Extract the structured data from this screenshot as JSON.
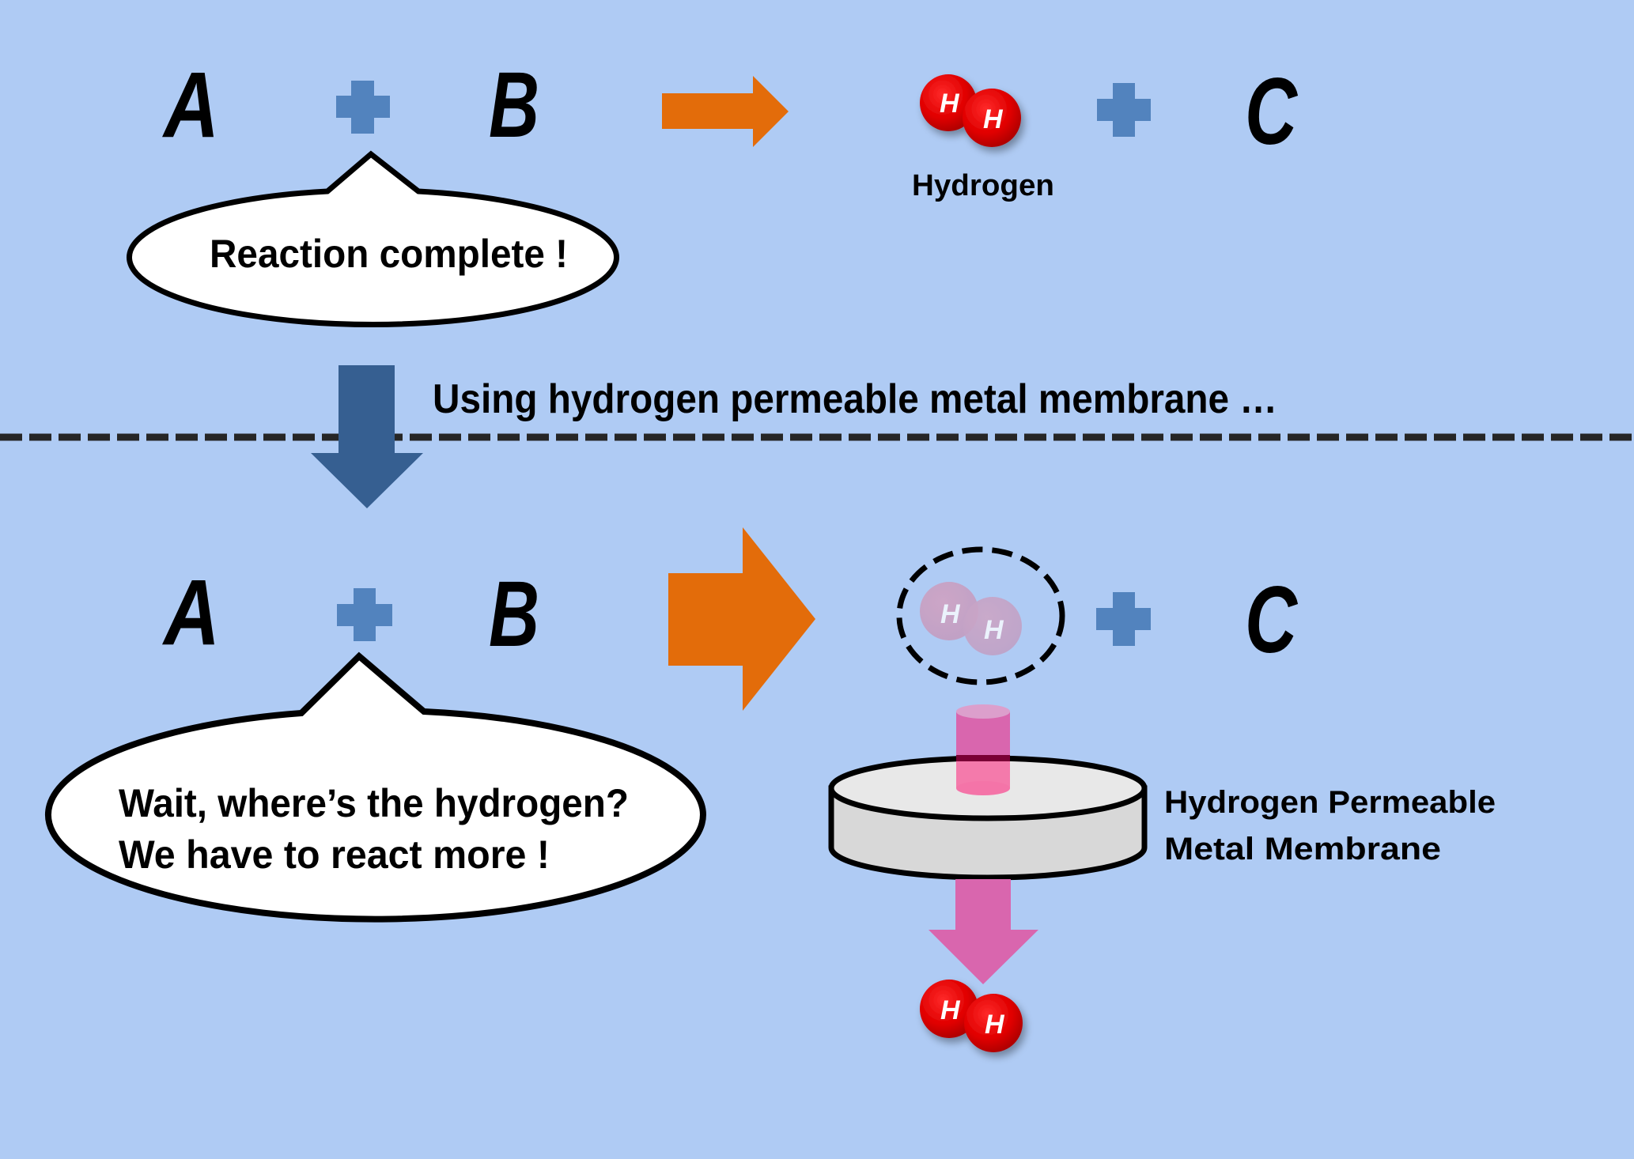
{
  "colors": {
    "background": "#afcbf4",
    "plus": "#5283be",
    "reaction_arrow": "#e36c0a",
    "transition_arrow": "#365f91",
    "divider": "#262626",
    "permeation_arrow": "#d966ae",
    "atom": "#e00000",
    "membrane_top": "#e8e8e8",
    "membrane_side": "#d8d8d8"
  },
  "top_reaction": {
    "reactant_1": "A",
    "operator_1": "+",
    "reactant_2": "B",
    "product_1_atoms": [
      "H",
      "H"
    ],
    "product_1_label": "Hydrogen",
    "operator_2": "+",
    "product_2": "C",
    "speech_bubble": "Reaction complete !"
  },
  "transition": {
    "caption": "Using hydrogen permeable metal membrane …"
  },
  "bottom_reaction": {
    "reactant_1": "A",
    "operator_1": "+",
    "reactant_2": "B",
    "product_1_atoms": [
      "H",
      "H"
    ],
    "operator_2": "+",
    "product_2": "C",
    "speech_bubble_lines": [
      "Wait, where’s the hydrogen?",
      "We have to react more !"
    ],
    "membrane_label_lines": [
      "Hydrogen Permeable",
      "Metal Membrane"
    ],
    "permeated_atoms": [
      "H",
      "H"
    ]
  }
}
